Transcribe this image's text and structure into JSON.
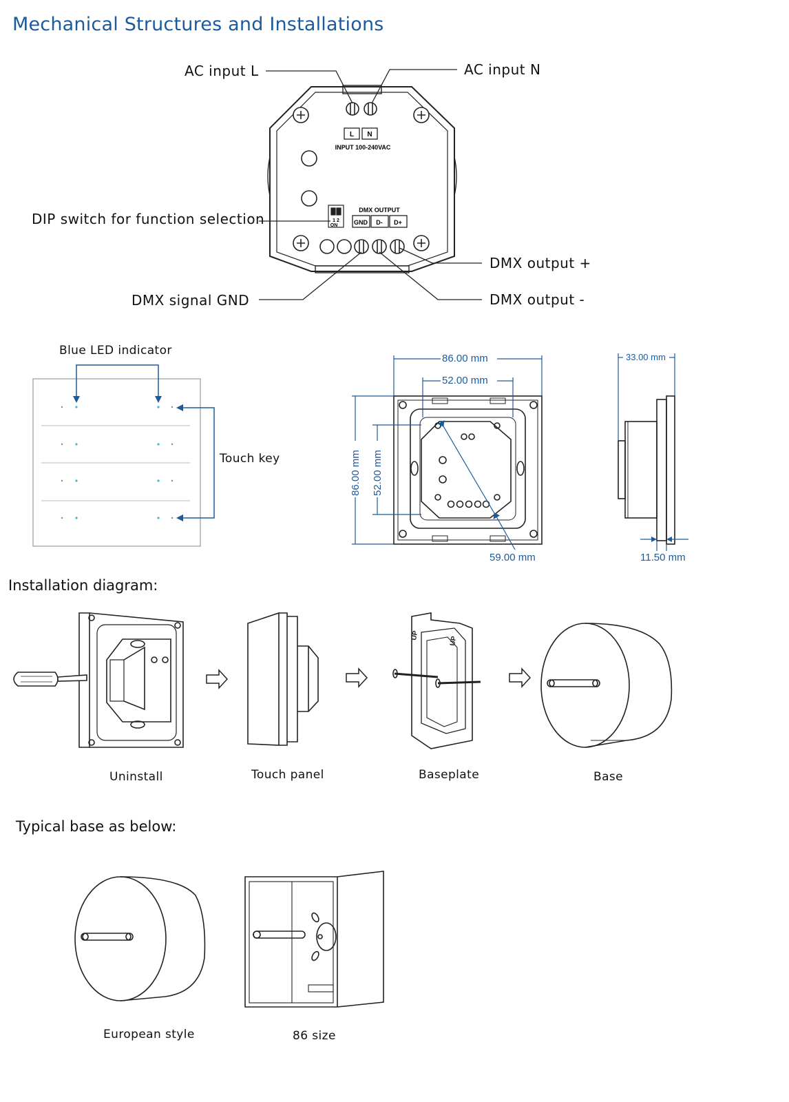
{
  "header": {
    "title": "Mechanical Structures and Installations"
  },
  "terminal_diagram": {
    "labels": {
      "ac_input_l": "AC input  L",
      "ac_input_n": "AC input N",
      "dip_switch": "DIP switch for function selection",
      "dmx_output_plus": "DMX output +",
      "dmx_output_minus": "DMX output -",
      "dmx_signal_gnd": "DMX signal GND"
    },
    "device_text": {
      "l": "L",
      "n": "N",
      "input": "INPUT 100-240VAC",
      "dmx_output": "DMX OUTPUT",
      "gnd": "GND",
      "d_minus": "D-",
      "d_plus": "D+",
      "dip_numbers": "1  2",
      "dip_on": "ON"
    }
  },
  "panel_diagram": {
    "blue_led": "Blue LED indicator",
    "touch_key": "Touch key"
  },
  "dimensions": {
    "width_outer": "86.00 mm",
    "width_inner": "52.00 mm",
    "height_outer": "86.00 mm",
    "height_inner": "52.00 mm",
    "diagonal": "59.00 mm",
    "depth": "33.00 mm",
    "panel_thickness": "11.50 mm"
  },
  "installation": {
    "heading": "Installation diagram:",
    "steps": [
      "Uninstall",
      "Touch panel",
      "Baseplate",
      "Base"
    ]
  },
  "typical_base": {
    "heading": "Typical base as below:",
    "items": [
      "European style",
      "86 size"
    ]
  },
  "colors": {
    "accent": "#1b5a9c",
    "led": "#35b8d9",
    "line": "#222222"
  }
}
